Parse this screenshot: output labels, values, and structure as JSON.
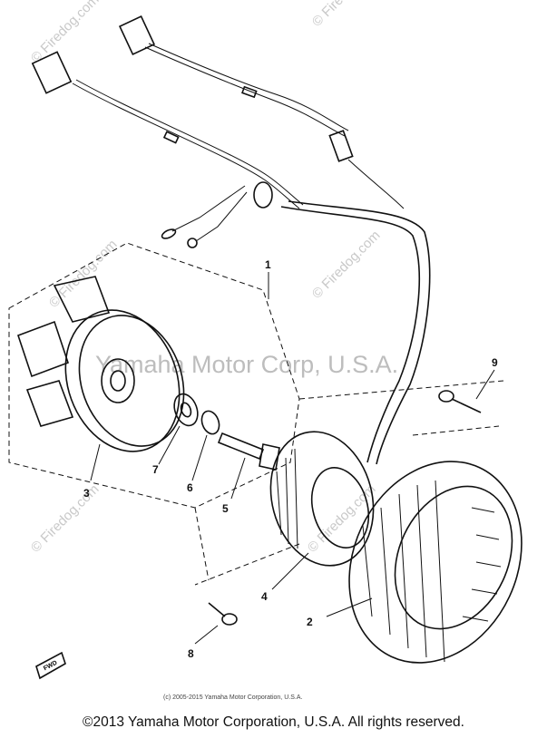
{
  "watermarks": {
    "site": "© Firedog.com",
    "maker": "Yamaha Motor Corp, U.S.A."
  },
  "callouts": [
    "1",
    "2",
    "3",
    "4",
    "5",
    "6",
    "7",
    "8",
    "9"
  ],
  "fwd_label": "FWD",
  "image_copyright": "(c) 2005-2015 Yamaha Motor Corporation, U.S.A.",
  "footer": "©2013 Yamaha Motor Corporation, U.S.A. All rights reserved."
}
